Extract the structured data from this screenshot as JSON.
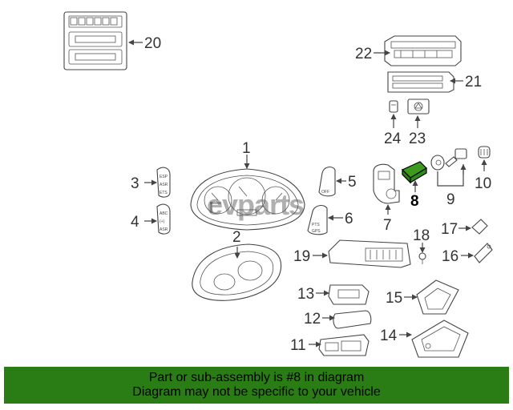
{
  "callouts": {
    "c1": "1",
    "c2": "2",
    "c3": "3",
    "c4": "4",
    "c5": "5",
    "c6": "6",
    "c7": "7",
    "c8": "8",
    "c9": "9",
    "c10": "10",
    "c11": "11",
    "c12": "12",
    "c13": "13",
    "c14": "14",
    "c15": "15",
    "c16": "16",
    "c17": "17",
    "c18": "18",
    "c19": "19",
    "c20": "20",
    "c21": "21",
    "c22": "22",
    "c23": "23",
    "c24": "24"
  },
  "highlighted_part": "8",
  "watermark": {
    "brand": "evparts"
  },
  "notice": {
    "line1": "Part or sub-assembly is #8 in diagram",
    "line2": "Diagram may not be specific to your vehicle"
  },
  "colors": {
    "highlight": "#3c9a1e",
    "banner": "#2a7d14"
  }
}
